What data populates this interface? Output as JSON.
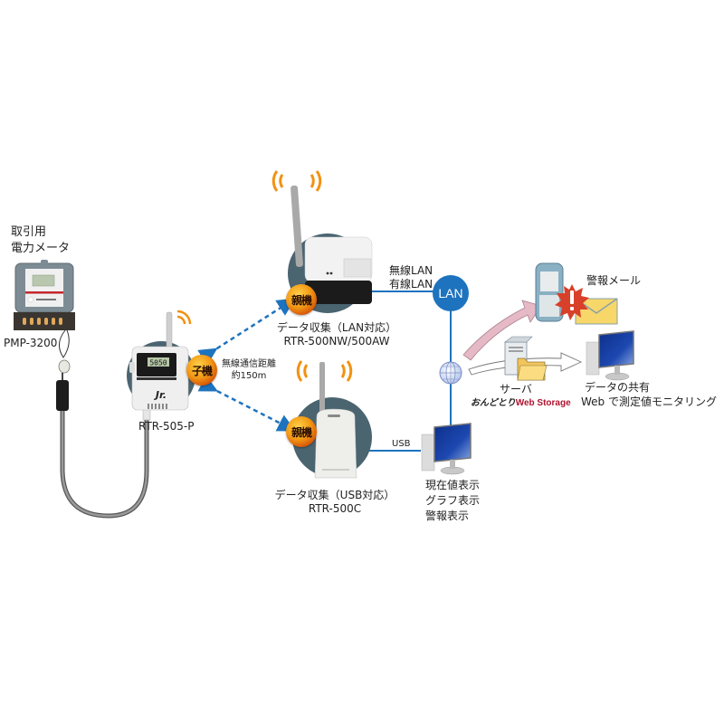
{
  "diagram": {
    "title": "Wireless power-meter data collection network",
    "colors": {
      "link_blue": "#1e73be",
      "wifi_orange": "#f29111",
      "badge_orange": "#f39a16",
      "device_circle": "#4a6470",
      "alarm_arrow": "#e6b9c6",
      "alarm_red": "#d8402a",
      "mail_yellow": "#f7d76a",
      "monitor_blue": "#1c3f9a",
      "ws_red": "#b0122e"
    },
    "nodes": {
      "meter": {
        "label_line1": "取引用",
        "label_line2": "電力メータ"
      },
      "sensor": {
        "label": "PMP-3200"
      },
      "logger": {
        "label": "RTR-505-P",
        "badge": "子機",
        "display": "5050",
        "brand": "Jr."
      },
      "wireless_range": {
        "line1": "無線通信距離",
        "line2": "約150m"
      },
      "base_lan": {
        "badge": "親機",
        "line1": "データ収集（LAN対応）",
        "line2": "RTR-500NW/500AW"
      },
      "base_usb": {
        "badge": "親機",
        "line1": "データ収集（USB対応）",
        "line2": "RTR-500C"
      },
      "lan_link": {
        "line1": "無線LAN",
        "line2": "有線LAN"
      },
      "lan_hub": {
        "label": "LAN"
      },
      "usb_link": {
        "label": "USB"
      },
      "pc": {
        "line1": "現在値表示",
        "line2": "グラフ表示",
        "line3": "警報表示"
      },
      "mobile": {
        "label": "警報メール"
      },
      "server": {
        "label": "サーバ",
        "logo_part1": "おんどとり",
        "logo_part2": "Web Storage"
      },
      "web": {
        "line1": "データの共有",
        "line2": "Web で測定値モニタリング"
      }
    }
  }
}
